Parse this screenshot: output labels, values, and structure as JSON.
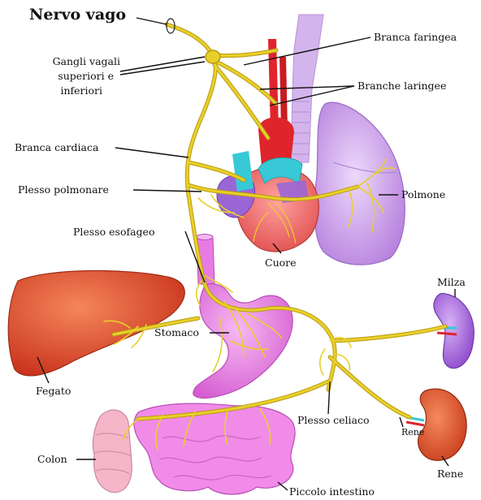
{
  "title": "Nervo vago",
  "labels": {
    "gangli_line1": "Gangli vagali",
    "gangli_line2": "superiori e",
    "gangli_line3": "inferiori",
    "branca_faringea": "Branca faringea",
    "branche_laringee": "Branche laringee",
    "branca_cardiaca": "Branca cardiaca",
    "plesso_polmonare": "Plesso polmonare",
    "polmone": "Polmone",
    "plesso_esofageo": "Plesso esofageo",
    "cuore": "Cuore",
    "milza": "Milza",
    "stomaco": "Stomaco",
    "fegato": "Fegato",
    "plesso_celiaco": "Plesso celiaco",
    "rene_small": "Rene",
    "rene": "Rene",
    "colon": "Colon",
    "piccolo_intestino": "Piccolo intestino"
  },
  "colors": {
    "nerve": "#e8d02a",
    "nerve_outline": "#b89a10",
    "lung": "#c9a0e6",
    "heart": "#f06a6a",
    "aorta": "#e0242b",
    "pulm_artery": "#37c9d6",
    "liver": "#e8452b",
    "stomach": "#e77be3",
    "intestine": "#f08be8",
    "colon": "#f4b6c8",
    "spleen": "#9a59d8",
    "kidney": "#e2562a",
    "label_line": "#111111"
  }
}
